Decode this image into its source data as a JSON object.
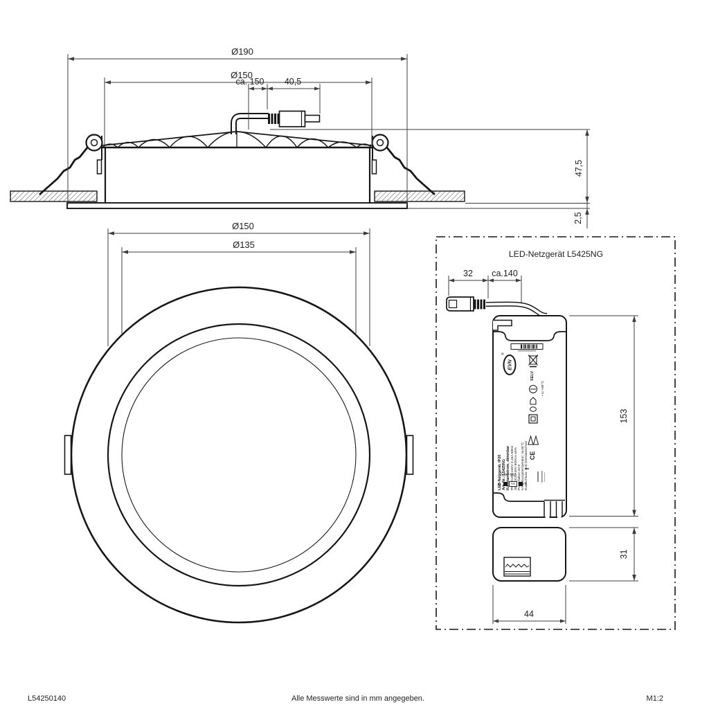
{
  "side_view": {
    "dim_outer_diameter": "Ø190",
    "dim_bezel_diameter": "Ø150",
    "dim_cable_length": "ca. 150",
    "dim_plug_length": "40,5",
    "dim_recess_depth": "47,5",
    "dim_trim_thickness": "2,5"
  },
  "front_view": {
    "dim_outer": "Ø150",
    "dim_inner": "Ø135"
  },
  "driver_panel": {
    "title": "LED-Netzgerät L5425NG",
    "dim_plug": "32",
    "dim_cable": "ca.140",
    "dim_length": "153",
    "dim_height": "31",
    "dim_width": "44",
    "label": {
      "line1": "LED-Netzgerät, IP20",
      "line2": "Art.-Nr.: L5425NG",
      "line3": "Konstantstrom, dimmbar",
      "line4": "PRI:AC200-240V 0,16A 50Hz",
      "line5": "SEC:DC23-40V 600mA ±5%",
      "line6": "Powerfaktor:≥0,9",
      "line7": "Umgebungstemperatur: ta:45°C",
      "line8": "Kurzschluss- und Überlastschutz",
      "tc_note": "• tc:+80°C",
      "brand": "EVN",
      "registered": "®",
      "selv_mark": "SELV",
      "ce_mark": "CE",
      "voltage": "200-240V",
      "terminal_n": "N",
      "terminal_pri": "PRI",
      "terminal_l": "L"
    }
  },
  "footer": {
    "article_number": "L54250140",
    "note": "Alle Messwerte sind in mm angegeben.",
    "scale": "M1:2"
  },
  "colors": {
    "line": "#161616",
    "dim": "#3d3d3d",
    "background": "#ffffff"
  }
}
